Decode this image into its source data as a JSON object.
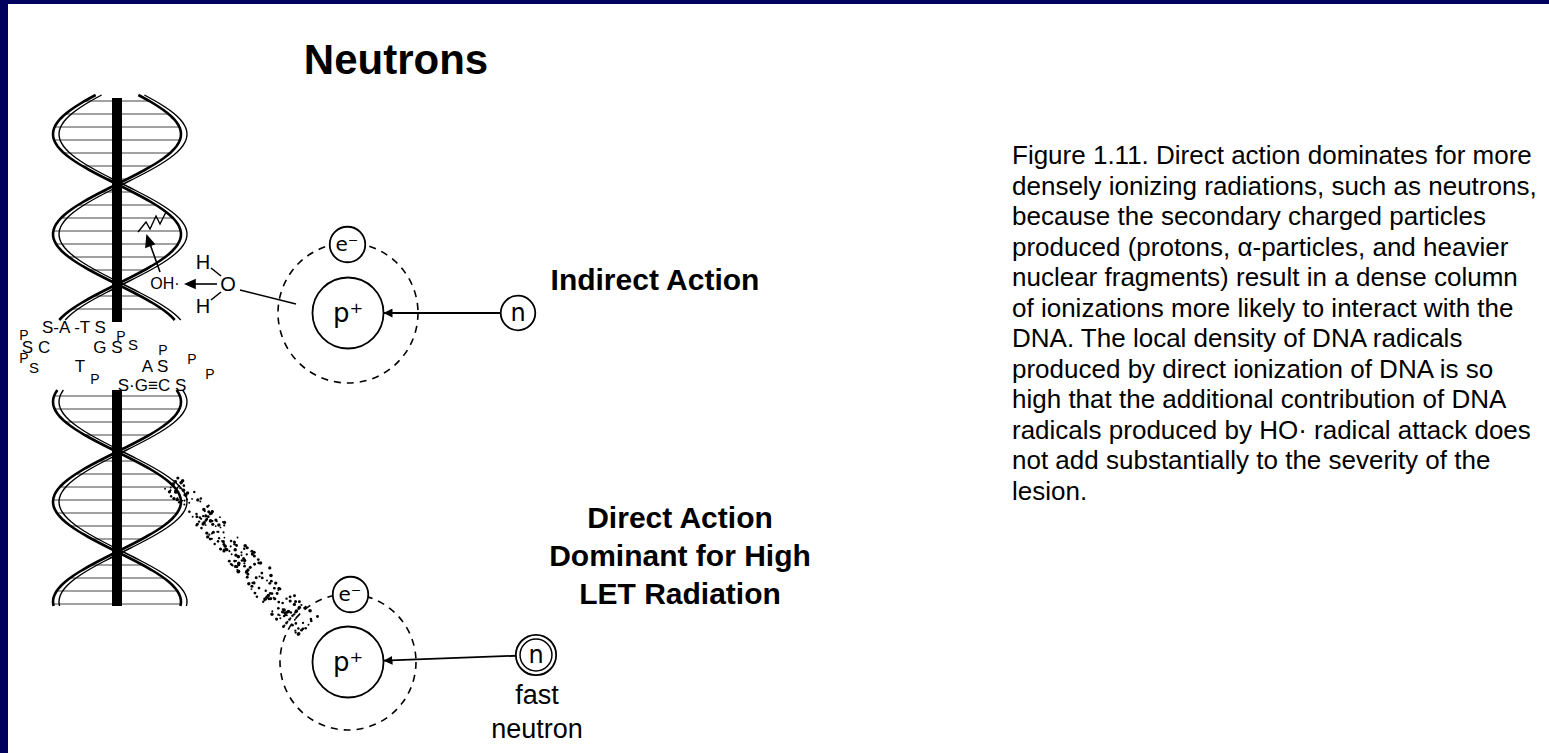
{
  "diagram": {
    "title": "Neutrons",
    "caption": "Figure 1.11. Direct action dominates for more densely ionizing radiations, such as neutrons, because the secondary charged particles produced (protons, α-particles, and heavier nuclear fragments) result in a dense column of ionizations more likely to interact with the DNA. The local density of DNA radicals produced by direct ionization of DNA is so high that the additional contribution of DNA radicals produced by HO· radical attack does not add substantially to the severity of the lesion.",
    "nodes": [
      {
        "text": [
          "e⁻"
        ]
      },
      {
        "text": [
          "p⁺"
        ]
      },
      {
        "text": [
          "n"
        ]
      },
      {
        "text": [
          "e⁻"
        ]
      },
      {
        "text": [
          "p⁺"
        ]
      },
      {
        "text": [
          "n"
        ]
      }
    ],
    "edges": [
      {
        "from": 2,
        "to": 1,
        "arrow": "to"
      },
      {
        "from": 5,
        "to": 4,
        "arrow": "to"
      }
    ],
    "labels": [
      "H",
      "O",
      "H",
      "OH·",
      "P",
      "S-A -T S",
      "P",
      "S",
      "S C",
      "G S",
      "P",
      "P",
      "S",
      "T",
      "A S",
      "P",
      "P",
      "S·G≡C S",
      "P",
      "Indirect Action",
      "Direct Action Dominant for High LET Radiation",
      "fast neutron"
    ]
  }
}
